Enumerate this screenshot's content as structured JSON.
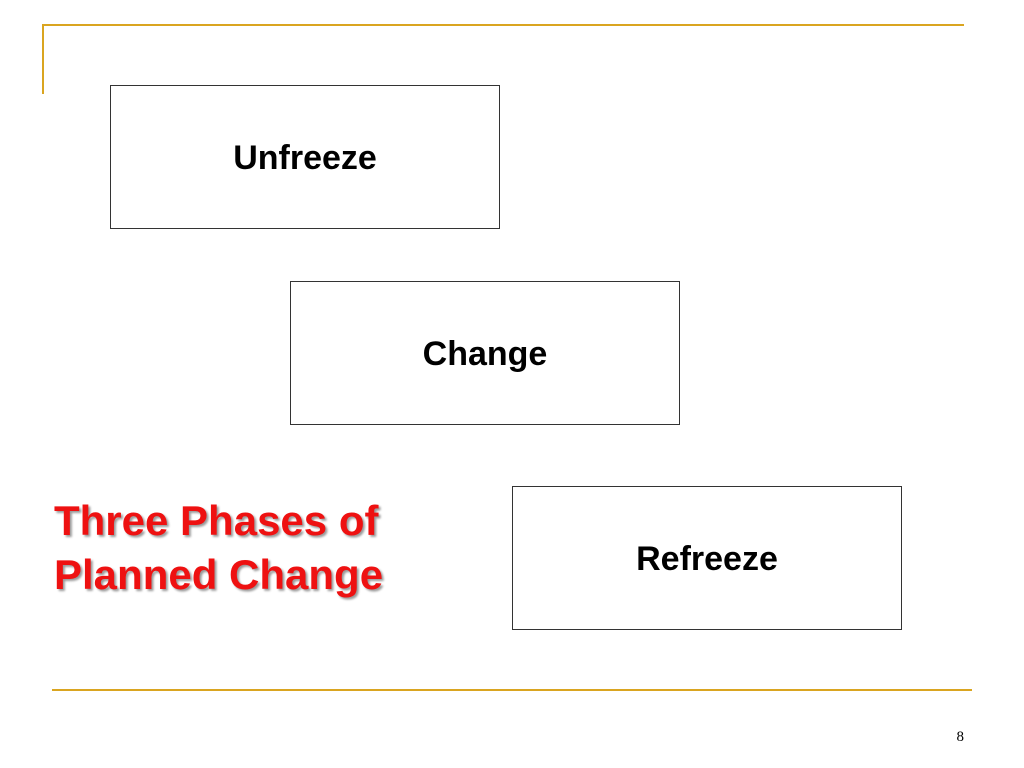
{
  "theme": {
    "rule_color": "#DAA520",
    "title_color": "#EE1111",
    "box_border_color": "#333333"
  },
  "diagram": {
    "phases": [
      {
        "label": "Unfreeze"
      },
      {
        "label": "Change"
      },
      {
        "label": "Refreeze"
      }
    ]
  },
  "title": {
    "line1": "Three Phases of",
    "line2": "Planned Change"
  },
  "footer": {
    "page_number": "8"
  }
}
